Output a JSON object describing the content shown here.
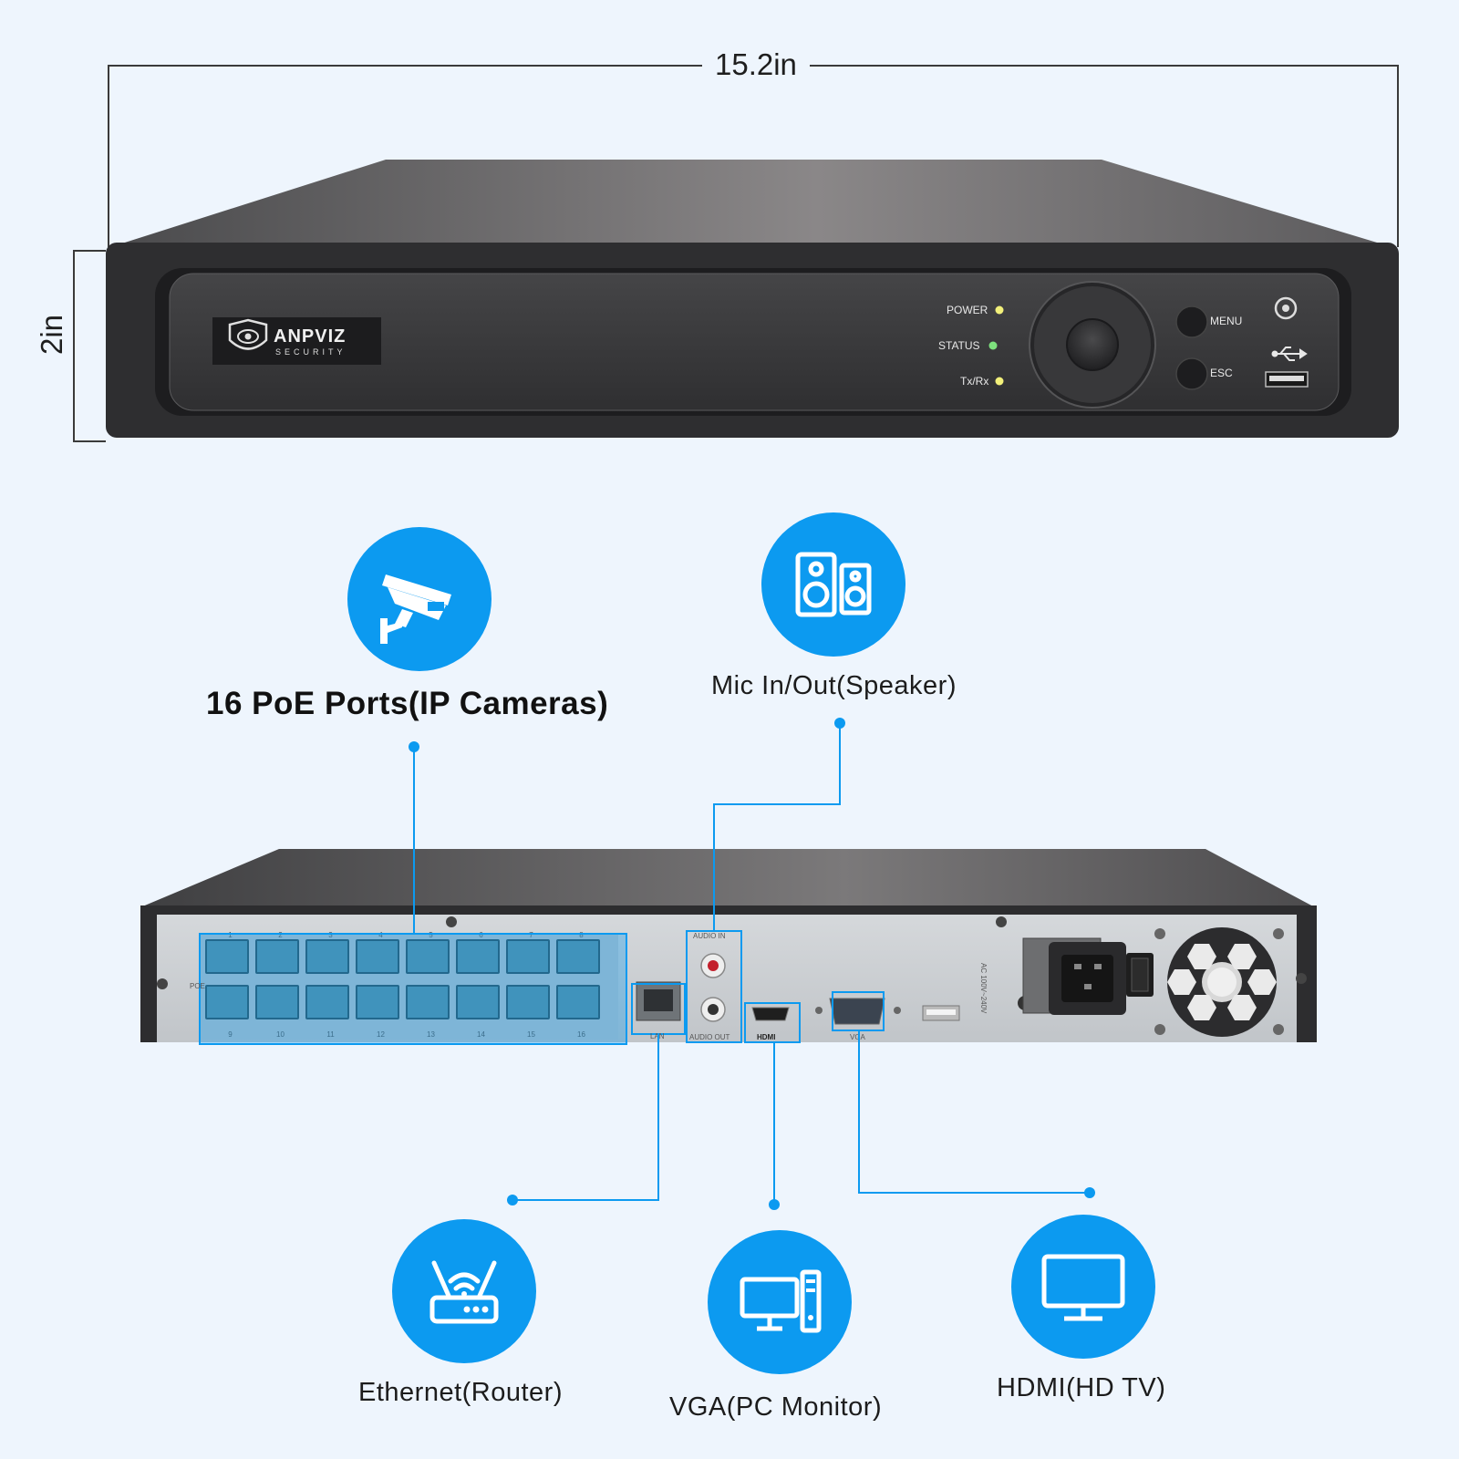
{
  "dimensions": {
    "width": "15.2in",
    "height": "2in"
  },
  "device": {
    "brand": "ANPVIZ",
    "brand_sub": "SECURITY",
    "indicators": [
      {
        "label": "POWER",
        "color": "#f2f07a"
      },
      {
        "label": "STATUS",
        "color": "#7ee27e"
      },
      {
        "label": "Tx/Rx",
        "color": "#f2f07a"
      }
    ],
    "buttons": {
      "menu": "MENU",
      "esc": "ESC"
    },
    "rear_labels": {
      "poe": "POE",
      "lan": "LAN",
      "audio_in": "AUDIO IN",
      "audio_out": "AUDIO OUT",
      "hdmi": "HDMI",
      "vga": "VGA",
      "power_in": "AC 100V~240V"
    },
    "port_numbers_top": [
      "1",
      "2",
      "3",
      "4",
      "5",
      "6",
      "7",
      "8"
    ],
    "port_numbers_bottom": [
      "9",
      "10",
      "11",
      "12",
      "13",
      "14",
      "15",
      "16"
    ]
  },
  "features": {
    "poe": {
      "label": "16 PoE Ports(IP Cameras)",
      "icon": "cctv-camera-icon"
    },
    "audio": {
      "label": "Mic In/Out(Speaker)",
      "icon": "speaker-icon"
    },
    "ethernet": {
      "label": "Ethernet(Router)",
      "icon": "router-icon"
    },
    "vga": {
      "label": "VGA(PC Monitor)",
      "icon": "pc-monitor-icon"
    },
    "hdmi": {
      "label": "HDMI(HD TV)",
      "icon": "tv-icon"
    }
  },
  "colors": {
    "accent": "#0c9af0",
    "background": "#eef5fd",
    "device": "#3b3b3d"
  }
}
